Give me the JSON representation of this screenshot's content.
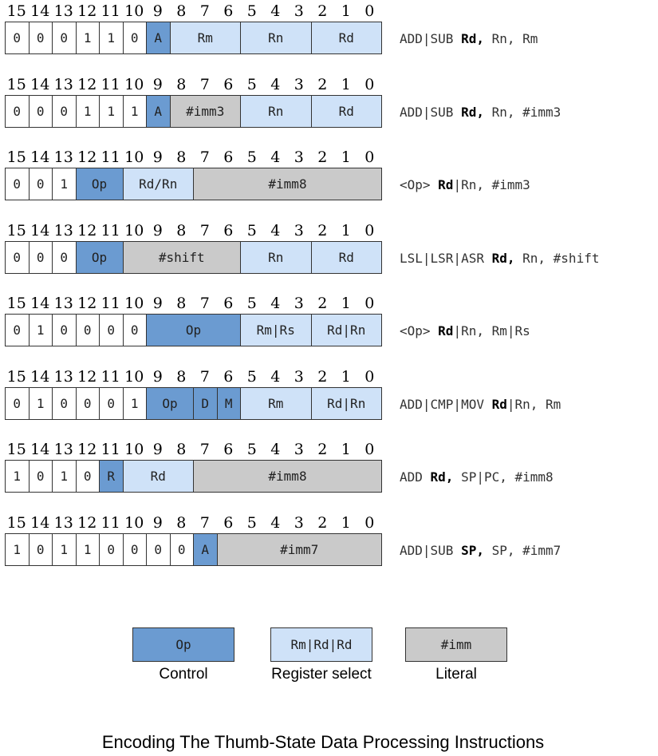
{
  "bit_numbers": [
    "15",
    "14",
    "13",
    "12",
    "11",
    "10",
    "9",
    "8",
    "7",
    "6",
    "5",
    "4",
    "3",
    "2",
    "1",
    "0"
  ],
  "encodings": [
    {
      "fields": [
        {
          "label": "0",
          "bits": 1,
          "kind": "bit"
        },
        {
          "label": "0",
          "bits": 1,
          "kind": "bit"
        },
        {
          "label": "0",
          "bits": 1,
          "kind": "bit"
        },
        {
          "label": "1",
          "bits": 1,
          "kind": "bit"
        },
        {
          "label": "1",
          "bits": 1,
          "kind": "bit"
        },
        {
          "label": "0",
          "bits": 1,
          "kind": "bit"
        },
        {
          "label": "A",
          "bits": 1,
          "kind": "control"
        },
        {
          "label": "Rm",
          "bits": 3,
          "kind": "register"
        },
        {
          "label": "Rn",
          "bits": 3,
          "kind": "register"
        },
        {
          "label": "Rd",
          "bits": 3,
          "kind": "register"
        }
      ],
      "asm": [
        {
          "text": "ADD|SUB ",
          "bold": false
        },
        {
          "text": "Rd",
          "bold": true
        },
        {
          "text": ",",
          "bold": true
        },
        {
          "text": " Rn, Rm",
          "bold": false
        }
      ]
    },
    {
      "fields": [
        {
          "label": "0",
          "bits": 1,
          "kind": "bit"
        },
        {
          "label": "0",
          "bits": 1,
          "kind": "bit"
        },
        {
          "label": "0",
          "bits": 1,
          "kind": "bit"
        },
        {
          "label": "1",
          "bits": 1,
          "kind": "bit"
        },
        {
          "label": "1",
          "bits": 1,
          "kind": "bit"
        },
        {
          "label": "1",
          "bits": 1,
          "kind": "bit"
        },
        {
          "label": "A",
          "bits": 1,
          "kind": "control"
        },
        {
          "label": "#imm3",
          "bits": 3,
          "kind": "literal"
        },
        {
          "label": "Rn",
          "bits": 3,
          "kind": "register"
        },
        {
          "label": "Rd",
          "bits": 3,
          "kind": "register"
        }
      ],
      "asm": [
        {
          "text": "ADD|SUB ",
          "bold": false
        },
        {
          "text": "Rd",
          "bold": true
        },
        {
          "text": ",",
          "bold": true
        },
        {
          "text": " Rn, #imm3",
          "bold": false
        }
      ]
    },
    {
      "fields": [
        {
          "label": "0",
          "bits": 1,
          "kind": "bit"
        },
        {
          "label": "0",
          "bits": 1,
          "kind": "bit"
        },
        {
          "label": "1",
          "bits": 1,
          "kind": "bit"
        },
        {
          "label": "Op",
          "bits": 2,
          "kind": "control"
        },
        {
          "label": "Rd/Rn",
          "bits": 3,
          "kind": "register"
        },
        {
          "label": "#imm8",
          "bits": 8,
          "kind": "literal"
        }
      ],
      "asm": [
        {
          "text": "<Op> ",
          "bold": false
        },
        {
          "text": "Rd",
          "bold": true
        },
        {
          "text": "|Rn, #imm3",
          "bold": false
        }
      ]
    },
    {
      "fields": [
        {
          "label": "0",
          "bits": 1,
          "kind": "bit"
        },
        {
          "label": "0",
          "bits": 1,
          "kind": "bit"
        },
        {
          "label": "0",
          "bits": 1,
          "kind": "bit"
        },
        {
          "label": "Op",
          "bits": 2,
          "kind": "control"
        },
        {
          "label": "#shift",
          "bits": 5,
          "kind": "literal"
        },
        {
          "label": "Rn",
          "bits": 3,
          "kind": "register"
        },
        {
          "label": "Rd",
          "bits": 3,
          "kind": "register"
        }
      ],
      "asm": [
        {
          "text": "LSL|LSR|ASR ",
          "bold": false
        },
        {
          "text": "Rd",
          "bold": true
        },
        {
          "text": ",",
          "bold": true
        },
        {
          "text": " Rn, #shift",
          "bold": false
        }
      ]
    },
    {
      "fields": [
        {
          "label": "0",
          "bits": 1,
          "kind": "bit"
        },
        {
          "label": "1",
          "bits": 1,
          "kind": "bit"
        },
        {
          "label": "0",
          "bits": 1,
          "kind": "bit"
        },
        {
          "label": "0",
          "bits": 1,
          "kind": "bit"
        },
        {
          "label": "0",
          "bits": 1,
          "kind": "bit"
        },
        {
          "label": "0",
          "bits": 1,
          "kind": "bit"
        },
        {
          "label": "Op",
          "bits": 4,
          "kind": "control"
        },
        {
          "label": "Rm|Rs",
          "bits": 3,
          "kind": "register"
        },
        {
          "label": "Rd|Rn",
          "bits": 3,
          "kind": "register"
        }
      ],
      "asm": [
        {
          "text": "<Op> ",
          "bold": false
        },
        {
          "text": "Rd",
          "bold": true
        },
        {
          "text": "|Rn, Rm|Rs",
          "bold": false
        }
      ]
    },
    {
      "fields": [
        {
          "label": "0",
          "bits": 1,
          "kind": "bit"
        },
        {
          "label": "1",
          "bits": 1,
          "kind": "bit"
        },
        {
          "label": "0",
          "bits": 1,
          "kind": "bit"
        },
        {
          "label": "0",
          "bits": 1,
          "kind": "bit"
        },
        {
          "label": "0",
          "bits": 1,
          "kind": "bit"
        },
        {
          "label": "1",
          "bits": 1,
          "kind": "bit"
        },
        {
          "label": "Op",
          "bits": 2,
          "kind": "control"
        },
        {
          "label": "D",
          "bits": 1,
          "kind": "control"
        },
        {
          "label": "M",
          "bits": 1,
          "kind": "control"
        },
        {
          "label": "Rm",
          "bits": 3,
          "kind": "register"
        },
        {
          "label": "Rd|Rn",
          "bits": 3,
          "kind": "register"
        }
      ],
      "asm": [
        {
          "text": "ADD|CMP|MOV ",
          "bold": false
        },
        {
          "text": "Rd",
          "bold": true
        },
        {
          "text": "|Rn, Rm",
          "bold": false
        }
      ]
    },
    {
      "fields": [
        {
          "label": "1",
          "bits": 1,
          "kind": "bit"
        },
        {
          "label": "0",
          "bits": 1,
          "kind": "bit"
        },
        {
          "label": "1",
          "bits": 1,
          "kind": "bit"
        },
        {
          "label": "0",
          "bits": 1,
          "kind": "bit"
        },
        {
          "label": "R",
          "bits": 1,
          "kind": "control"
        },
        {
          "label": "Rd",
          "bits": 3,
          "kind": "register"
        },
        {
          "label": "#imm8",
          "bits": 8,
          "kind": "literal"
        }
      ],
      "asm": [
        {
          "text": "ADD ",
          "bold": false
        },
        {
          "text": "Rd",
          "bold": true
        },
        {
          "text": ",",
          "bold": true
        },
        {
          "text": " SP|PC, #imm8",
          "bold": false
        }
      ]
    },
    {
      "fields": [
        {
          "label": "1",
          "bits": 1,
          "kind": "bit"
        },
        {
          "label": "0",
          "bits": 1,
          "kind": "bit"
        },
        {
          "label": "1",
          "bits": 1,
          "kind": "bit"
        },
        {
          "label": "1",
          "bits": 1,
          "kind": "bit"
        },
        {
          "label": "0",
          "bits": 1,
          "kind": "bit"
        },
        {
          "label": "0",
          "bits": 1,
          "kind": "bit"
        },
        {
          "label": "0",
          "bits": 1,
          "kind": "bit"
        },
        {
          "label": "0",
          "bits": 1,
          "kind": "bit"
        },
        {
          "label": "A",
          "bits": 1,
          "kind": "control"
        },
        {
          "label": "#imm7",
          "bits": 7,
          "kind": "literal"
        }
      ],
      "asm": [
        {
          "text": "ADD|SUB ",
          "bold": false
        },
        {
          "text": "SP",
          "bold": true
        },
        {
          "text": ",",
          "bold": true
        },
        {
          "text": " SP, #imm7",
          "bold": false
        }
      ]
    }
  ],
  "legend": [
    {
      "box_label": "Op",
      "caption": "Control",
      "kind": "control"
    },
    {
      "box_label": "Rm|Rd|Rd",
      "caption": "Register select",
      "kind": "register"
    },
    {
      "box_label": "#imm",
      "caption": "Literal",
      "kind": "literal"
    }
  ],
  "caption": "Encoding The Thumb-State Data Processing Instructions",
  "colors": {
    "control": "#6b9bd1",
    "register": "#cfe2f8",
    "literal": "#cacaca",
    "bit": "#ffffff"
  }
}
